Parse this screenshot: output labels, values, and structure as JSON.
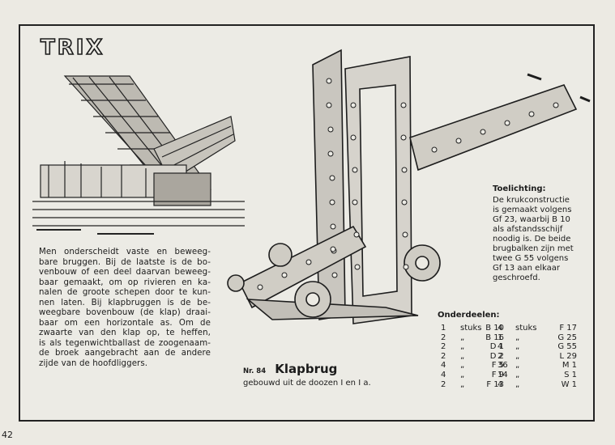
{
  "brand": "TRIX",
  "intro_lines": [
    "Men onderscheidt vaste en beweeg-",
    "bare bruggen. Bij de laatste is de bo-",
    "venbouw of een deel daarvan beweeg-",
    "baar gemaakt, om op rivieren en ka-",
    "nalen de groote schepen door te kun-",
    "nen laten. Bij klapbruggen is de be-",
    "weegbare bovenbouw (de klap) draai-",
    "baar om een horizontale as. Om de",
    "zwaarte van den klap op, te heffen,",
    "is als tegenwichtballast de zoogenaam-",
    "de broek aangebracht aan de andere",
    "zijde van de hoofdliggers."
  ],
  "model": {
    "number": "Nr. 84",
    "name": "Klapbrug",
    "subtitle": "gebouwd uit de doozen I en I a."
  },
  "note": {
    "heading": "Toelichting:",
    "lines": [
      "De krukconstructie",
      "is gemaakt volgens",
      "Gf 23, waarbij B 10",
      "als afstandsschijf",
      "noodig is. De beide",
      "brugbalken zijn met",
      "twee G 55 volgens",
      "Gf 13 aan elkaar",
      "geschroefd."
    ]
  },
  "parts": {
    "heading": "Onderdeelen:",
    "left": [
      {
        "qty": "1",
        "unit": "stuks",
        "code": "B 10"
      },
      {
        "qty": "2",
        "unit": "„",
        "code": "B 16"
      },
      {
        "qty": "2",
        "unit": "„",
        "code": "D 1"
      },
      {
        "qty": "2",
        "unit": "„",
        "code": "D 2"
      },
      {
        "qty": "4",
        "unit": "„",
        "code": "F 5"
      },
      {
        "qty": "4",
        "unit": "„",
        "code": "F 9"
      },
      {
        "qty": "2",
        "unit": "„",
        "code": "F 13"
      }
    ],
    "right": [
      {
        "qty": "4",
        "unit": "stuks",
        "code": "F 17"
      },
      {
        "qty": "1",
        "unit": "„",
        "code": "G 25"
      },
      {
        "qty": "4",
        "unit": "„",
        "code": "G 55"
      },
      {
        "qty": "2",
        "unit": "„",
        "code": "L 29"
      },
      {
        "qty": "36",
        "unit": "„",
        "code": "M 1"
      },
      {
        "qty": "14",
        "unit": "„",
        "code": "S 1"
      },
      {
        "qty": "4",
        "unit": "„",
        "code": "W 1"
      }
    ]
  },
  "page_number": "42"
}
